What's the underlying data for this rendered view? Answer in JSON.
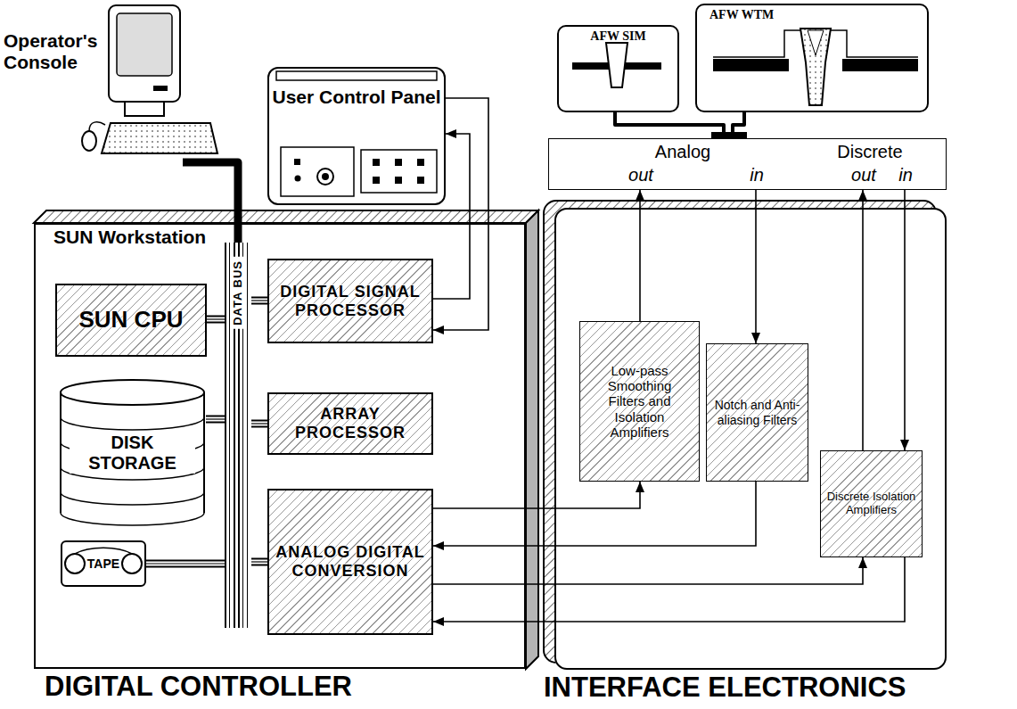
{
  "diagram": {
    "nodes": [
      {
        "text": [
          "Operator's Console"
        ]
      },
      {
        "text": [
          "User Control Panel"
        ]
      },
      {
        "text": [
          "AFW SIM"
        ]
      },
      {
        "text": [
          "AFW WTM"
        ]
      },
      {
        "text": [
          "Analog",
          "Discrete",
          "out",
          "in",
          "out",
          "in"
        ]
      },
      {
        "text": [
          "SUN Workstation",
          "DIGITAL CONTROLLER"
        ]
      },
      {
        "text": [
          "SUN CPU"
        ],
        "in": 5
      },
      {
        "text": [
          "DISK STORAGE"
        ],
        "in": 5
      },
      {
        "text": [
          "TAPE"
        ],
        "in": 5
      },
      {
        "text": [
          "DATA BUS"
        ],
        "in": 5
      },
      {
        "text": [
          "DIGITAL SIGNAL PROCESSOR"
        ],
        "in": 5
      },
      {
        "text": [
          "ARRAY PROCESSOR"
        ],
        "in": 5
      },
      {
        "text": [
          "ANALOG DIGITAL CONVERSION"
        ],
        "in": 5
      },
      {
        "text": [
          "INTERFACE ELECTRONICS"
        ]
      },
      {
        "text": [
          "Low-pass Smoothing Filters and Isolation Amplifiers"
        ],
        "in": 13
      },
      {
        "text": [
          "Notch and Anti-aliasing Filters"
        ],
        "in": 13
      },
      {
        "text": [
          "Discrete Isolation Amplifiers"
        ],
        "in": 13
      }
    ],
    "edges": [
      {
        "from": 0,
        "to": 9,
        "arrow": "none"
      },
      {
        "from": 6,
        "to": 9,
        "arrow": "none"
      },
      {
        "from": 7,
        "to": 9,
        "arrow": "none"
      },
      {
        "from": 8,
        "to": 9,
        "arrow": "none"
      },
      {
        "from": 10,
        "to": 9,
        "arrow": "none"
      },
      {
        "from": 11,
        "to": 9,
        "arrow": "none"
      },
      {
        "from": 12,
        "to": 9,
        "arrow": "none"
      },
      {
        "from": 10,
        "to": 1,
        "arrow": "to"
      },
      {
        "from": 1,
        "to": 10,
        "arrow": "to"
      },
      {
        "from": 12,
        "to": 14,
        "arrow": "to"
      },
      {
        "from": 14,
        "to": 4,
        "arrow": "to"
      },
      {
        "from": 4,
        "to": 15,
        "arrow": "to"
      },
      {
        "from": 15,
        "to": 12,
        "arrow": "to"
      },
      {
        "from": 12,
        "to": 16,
        "arrow": "to"
      },
      {
        "from": 16,
        "to": 4,
        "arrow": "to"
      },
      {
        "from": 4,
        "to": 16,
        "arrow": "to"
      },
      {
        "from": 16,
        "to": 12,
        "arrow": "to"
      },
      {
        "from": 2,
        "to": 4,
        "arrow": "none"
      },
      {
        "from": 3,
        "to": 4,
        "arrow": "none"
      }
    ]
  }
}
